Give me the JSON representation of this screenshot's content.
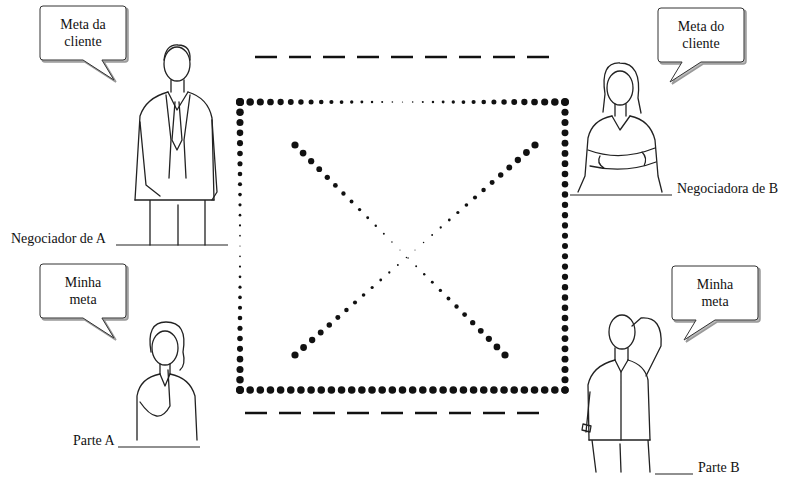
{
  "diagram": {
    "nodes": [
      {
        "text": [
          "Meta da cliente"
        ]
      },
      {
        "text": [
          "Meta do cliente"
        ]
      },
      {
        "text": [
          "Minha meta"
        ]
      },
      {
        "text": [
          "Minha meta"
        ]
      }
    ],
    "labels": [
      "Negociador de A",
      "Negociadora de B",
      "Parte A",
      "Parte B"
    ]
  }
}
